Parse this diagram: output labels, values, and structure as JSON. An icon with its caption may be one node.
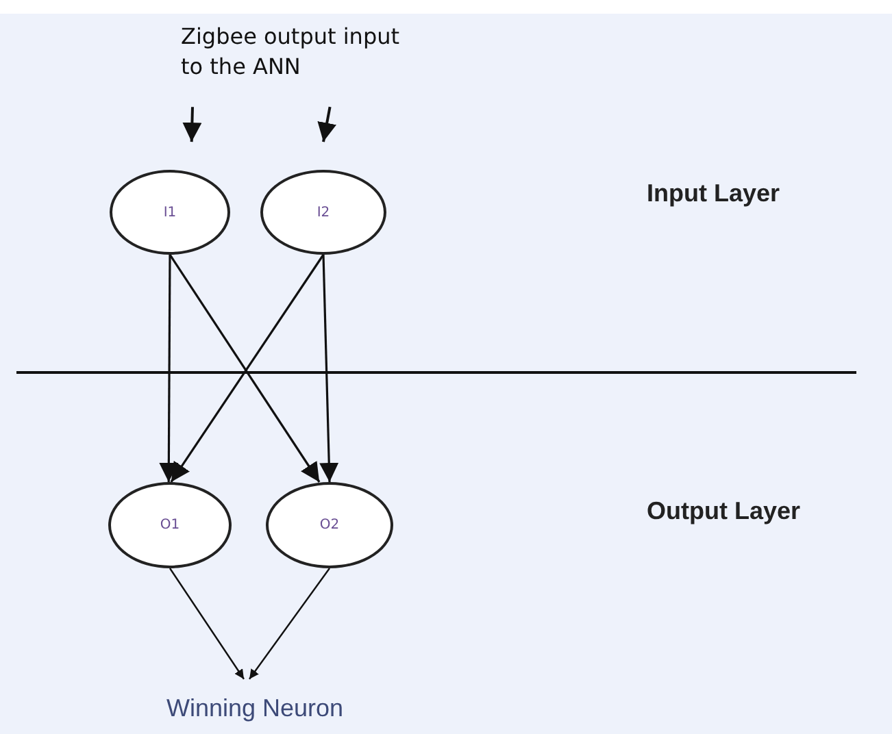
{
  "diagram": {
    "nodes": [
      {
        "text": [
          "Zigbee output input to the ANN"
        ]
      },
      {
        "text": [
          "I1"
        ]
      },
      {
        "text": [
          "I2"
        ]
      },
      {
        "text": [
          "O1"
        ]
      },
      {
        "text": [
          "O2"
        ]
      },
      {
        "text": [
          "Winning Neuron"
        ]
      }
    ],
    "edges": [
      {
        "from": 0,
        "to": 1,
        "arrow": "to"
      },
      {
        "from": 0,
        "to": 2,
        "arrow": "to"
      },
      {
        "from": 1,
        "to": 3,
        "arrow": "to"
      },
      {
        "from": 1,
        "to": 4,
        "arrow": "to"
      },
      {
        "from": 2,
        "to": 3,
        "arrow": "to"
      },
      {
        "from": 2,
        "to": 4,
        "arrow": "to"
      },
      {
        "from": 3,
        "to": 5,
        "arrow": "to"
      },
      {
        "from": 4,
        "to": 5,
        "arrow": "to"
      }
    ],
    "labels": [
      "Input Layer",
      "Output Layer"
    ]
  }
}
